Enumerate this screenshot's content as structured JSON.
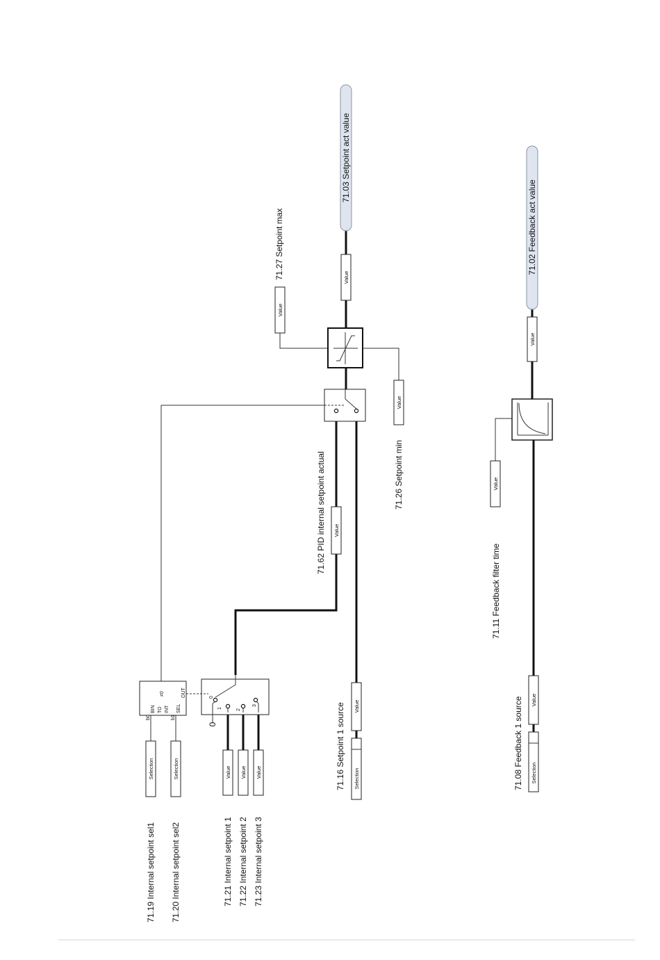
{
  "labels": {
    "p7119": "71.19 Internal setpoint sel1",
    "p7120": "71.20 Internal setpoint sel2",
    "p7121": "71.21 Internal setpoint 1",
    "p7122": "71.22 Internal setpoint 2",
    "p7123": "71.23 Internal setpoint 3",
    "p7116": "71.16 Setpoint 1 source",
    "p7162": "71.62 PID internal setpoint actual",
    "p7126": "71.26 Setpoint min",
    "p7127": "71.27 Setpoint max",
    "p7103": "71.03 Setpoint act value",
    "p7102": "71.02 Feedback act value",
    "p7111": "71.11 Feedback filter time",
    "p7108": "71.08 Feedback 1 source"
  },
  "box_text": {
    "selection": "Selection",
    "value": "Value"
  },
  "bin_to_int": {
    "b0": "b0",
    "b1": "b1",
    "bin": "BIN",
    "to": "TO",
    "int": "INT",
    "sel": "SEL",
    "neq0": "≠0",
    "out": "OUT"
  },
  "selector": {
    "zero_input": "0",
    "in0": "0",
    "in1": "1",
    "in2": "2",
    "in3": "3"
  }
}
